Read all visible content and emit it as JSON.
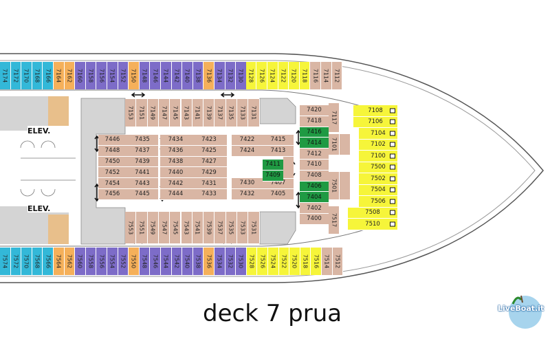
{
  "title": "deck 7 prua",
  "elevator_label": "ELEV.",
  "watermark": "LiveBoat.it",
  "colors": {
    "cyan": "#33b8d8",
    "orange": "#f5b05a",
    "purple": "#7d6cc8",
    "tan": "#d9b6a4",
    "yellow": "#f6f53a",
    "green": "#1f9a43",
    "gray": "#d4d4d4"
  },
  "top_row": [
    {
      "n": "7174",
      "c": "cyan"
    },
    {
      "n": "7172",
      "c": "cyan"
    },
    {
      "n": "7170",
      "c": "cyan"
    },
    {
      "n": "7168",
      "c": "cyan"
    },
    {
      "n": "7166",
      "c": "cyan"
    },
    {
      "n": "7164",
      "c": "orange"
    },
    {
      "n": "7162",
      "c": "orange"
    },
    {
      "n": "7160",
      "c": "purple"
    },
    {
      "n": "7158",
      "c": "purple"
    },
    {
      "n": "7156",
      "c": "purple"
    },
    {
      "n": "7154",
      "c": "purple"
    },
    {
      "n": "7152",
      "c": "purple"
    },
    {
      "n": "7150",
      "c": "orange"
    },
    {
      "n": "7148",
      "c": "purple"
    },
    {
      "n": "7146",
      "c": "purple"
    },
    {
      "n": "7144",
      "c": "purple"
    },
    {
      "n": "7142",
      "c": "purple"
    },
    {
      "n": "7140",
      "c": "purple"
    },
    {
      "n": "7138",
      "c": "purple"
    },
    {
      "n": "7136",
      "c": "orange"
    },
    {
      "n": "7134",
      "c": "purple"
    },
    {
      "n": "7132",
      "c": "purple"
    },
    {
      "n": "7130",
      "c": "purple"
    },
    {
      "n": "7128",
      "c": "yellow"
    },
    {
      "n": "7126",
      "c": "yellow"
    },
    {
      "n": "7124",
      "c": "yellow"
    },
    {
      "n": "7122",
      "c": "yellow"
    },
    {
      "n": "7120",
      "c": "yellow"
    },
    {
      "n": "7118",
      "c": "yellow"
    },
    {
      "n": "7116",
      "c": "tan"
    },
    {
      "n": "7114",
      "c": "tan"
    },
    {
      "n": "7112",
      "c": "tan"
    }
  ],
  "bottom_row": [
    {
      "n": "7574",
      "c": "cyan"
    },
    {
      "n": "7572",
      "c": "cyan"
    },
    {
      "n": "7570",
      "c": "cyan"
    },
    {
      "n": "7568",
      "c": "cyan"
    },
    {
      "n": "7566",
      "c": "cyan"
    },
    {
      "n": "7564",
      "c": "orange"
    },
    {
      "n": "7562",
      "c": "orange"
    },
    {
      "n": "7560",
      "c": "purple"
    },
    {
      "n": "7558",
      "c": "purple"
    },
    {
      "n": "7556",
      "c": "purple"
    },
    {
      "n": "7554",
      "c": "purple"
    },
    {
      "n": "7552",
      "c": "purple"
    },
    {
      "n": "7550",
      "c": "orange"
    },
    {
      "n": "7548",
      "c": "purple"
    },
    {
      "n": "7546",
      "c": "purple"
    },
    {
      "n": "7544",
      "c": "purple"
    },
    {
      "n": "7542",
      "c": "purple"
    },
    {
      "n": "7540",
      "c": "purple"
    },
    {
      "n": "7538",
      "c": "purple"
    },
    {
      "n": "7536",
      "c": "orange"
    },
    {
      "n": "7534",
      "c": "purple"
    },
    {
      "n": "7532",
      "c": "purple"
    },
    {
      "n": "7530",
      "c": "purple"
    },
    {
      "n": "7528",
      "c": "yellow"
    },
    {
      "n": "7526",
      "c": "yellow"
    },
    {
      "n": "7524",
      "c": "yellow"
    },
    {
      "n": "7522",
      "c": "yellow"
    },
    {
      "n": "7520",
      "c": "yellow"
    },
    {
      "n": "7518",
      "c": "yellow"
    },
    {
      "n": "7516",
      "c": "yellow"
    },
    {
      "n": "7514",
      "c": "tan"
    },
    {
      "n": "7512",
      "c": "tan"
    }
  ],
  "inner_top_row": [
    "7153",
    "7151",
    "7149",
    "7147",
    "7145",
    "7143",
    "7141",
    "7139",
    "7137",
    "7135",
    "7133",
    "7131"
  ],
  "inner_bottom_row": [
    "7553",
    "7551",
    "7549",
    "7547",
    "7545",
    "7543",
    "7541",
    "7539",
    "7537",
    "7535",
    "7533",
    "7531"
  ],
  "block_a_left": [
    "7446",
    "7448",
    "7450",
    "7452",
    "7454",
    "7456"
  ],
  "block_a_right": [
    "7435",
    "7437",
    "7439",
    "7441",
    "7443",
    "7445"
  ],
  "block_b_left": [
    "7434",
    "7436",
    "7438",
    "7440",
    "7442",
    "7444"
  ],
  "block_b_right": [
    "7423",
    "7425",
    "7427",
    "7429",
    "7431",
    "7433"
  ],
  "block_c_top": [
    [
      "7422",
      "7415"
    ],
    [
      "7424",
      "7413"
    ]
  ],
  "block_c_bottom": [
    [
      "7430",
      "7407"
    ],
    [
      "7432",
      "7405"
    ]
  ],
  "block_c_green": [
    "7411",
    "7409"
  ],
  "fwd_column": [
    {
      "n": "7420",
      "c": "tan"
    },
    {
      "n": "7418",
      "c": "tan"
    },
    {
      "n": "7416",
      "c": "green"
    },
    {
      "n": "7414",
      "c": "green"
    },
    {
      "n": "7412",
      "c": "tan"
    },
    {
      "n": "7410",
      "c": "tan"
    },
    {
      "n": "7408",
      "c": "tan"
    },
    {
      "n": "7406",
      "c": "green"
    },
    {
      "n": "7404",
      "c": "green"
    },
    {
      "n": "7402",
      "c": "tan"
    },
    {
      "n": "7400",
      "c": "tan"
    }
  ],
  "fwd_side": [
    "7117",
    "7101",
    "7501",
    "7517"
  ],
  "bow_yellow": [
    "7108",
    "7106",
    "7104",
    "7102",
    "7100",
    "7500",
    "7502",
    "7504",
    "7506",
    "7508",
    "7510"
  ]
}
